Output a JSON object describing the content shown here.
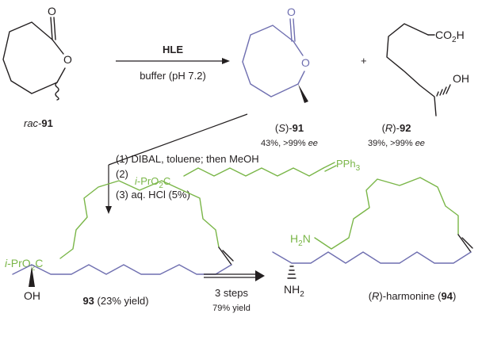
{
  "colors": {
    "black": "#231f20",
    "blue": "#6f6fb0",
    "green": "#7ab648"
  },
  "step1": {
    "reagent": "HLE",
    "conditions": "buffer (pH 7.2)",
    "plus": "+"
  },
  "compound_rac91": {
    "prefix": "rac",
    "number": "91",
    "atom_o_carbonyl": "O",
    "atom_o_ring": "O"
  },
  "compound_s91": {
    "config": "S",
    "number": "91",
    "yield_value": "43%, >99%",
    "ee": "ee",
    "atom_o_carbonyl": "O",
    "atom_o_ring": "O"
  },
  "compound_r92": {
    "config": "R",
    "number": "92",
    "yield_value": "39%, >99%",
    "ee": "ee",
    "acid_group": "CO",
    "acid_sub": "2",
    "acid_h": "H",
    "hydroxyl": "OH"
  },
  "step2": {
    "line1": "(1) DIBAL, toluene; then MeOH",
    "line2_prefix": "(2)",
    "reagent_ipr": "i",
    "reagent_rest": "-PrO",
    "reagent_sub": "2",
    "reagent_c": "C",
    "ylide_p": "PPh",
    "ylide_sub": "3",
    "line3": "(3) aq. HCl (5%)"
  },
  "compound_93": {
    "number": "93",
    "yield": "(23% yield)",
    "ester_i": "i",
    "ester_rest": "-PrO",
    "ester_sub": "2",
    "ester_c": "C",
    "hydroxyl": "OH"
  },
  "step3": {
    "steps": "3 steps",
    "yield": "79% yield"
  },
  "compound_94": {
    "config": "R",
    "name": "-harmonine",
    "number": "94",
    "amine_top": "H",
    "amine_top_sub": "2",
    "amine_top_n": "N",
    "amine_bottom": "NH",
    "amine_bottom_sub": "2"
  }
}
